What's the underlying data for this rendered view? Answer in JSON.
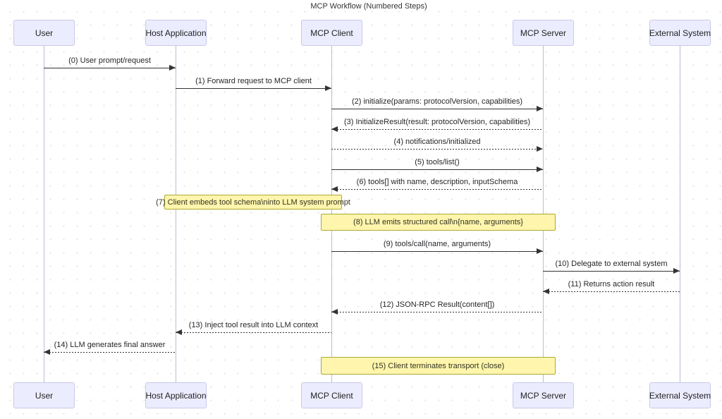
{
  "title": "MCP Workflow (Numbered Steps)",
  "actors": [
    {
      "name": "User"
    },
    {
      "name": "Host Application"
    },
    {
      "name": "MCP Client"
    },
    {
      "name": "MCP Server"
    },
    {
      "name": "External System"
    }
  ],
  "messages": [
    {
      "label": "(0) User prompt/request",
      "from": "User",
      "to": "Host Application",
      "line": "solid",
      "direction": "right"
    },
    {
      "label": "(1) Forward request to MCP client",
      "from": "Host Application",
      "to": "MCP Client",
      "line": "solid",
      "direction": "right"
    },
    {
      "label": "(2) initialize(params: protocolVersion, capabilities)",
      "from": "MCP Client",
      "to": "MCP Server",
      "line": "solid",
      "direction": "right"
    },
    {
      "label": "(3) InitializeResult(result: protocolVersion, capabilities)",
      "from": "MCP Server",
      "to": "MCP Client",
      "line": "dashed",
      "direction": "left"
    },
    {
      "label": "(4) notifications/initialized",
      "from": "MCP Client",
      "to": "MCP Server",
      "line": "dashed",
      "direction": "right"
    },
    {
      "label": "(5) tools/list()",
      "from": "MCP Client",
      "to": "MCP Server",
      "line": "solid",
      "direction": "right"
    },
    {
      "label": "(6) tools[] with name, description, inputSchema",
      "from": "MCP Server",
      "to": "MCP Client",
      "line": "dashed",
      "direction": "left"
    },
    {
      "label": "(9) tools/call(name, arguments)",
      "from": "MCP Client",
      "to": "MCP Server",
      "line": "solid",
      "direction": "right"
    },
    {
      "label": "(10) Delegate to external system",
      "from": "MCP Server",
      "to": "External System",
      "line": "solid",
      "direction": "right"
    },
    {
      "label": "(11) Returns action result",
      "from": "External System",
      "to": "MCP Server",
      "line": "dashed",
      "direction": "left"
    },
    {
      "label": "(12) JSON-RPC Result(content[])",
      "from": "MCP Server",
      "to": "MCP Client",
      "line": "dashed",
      "direction": "left"
    },
    {
      "label": "(13) Inject tool result into LLM context",
      "from": "MCP Client",
      "to": "Host Application",
      "line": "dashed",
      "direction": "left"
    },
    {
      "label": "(14) LLM generates final answer",
      "from": "Host Application",
      "to": "User",
      "line": "dashed",
      "direction": "left"
    }
  ],
  "notes": [
    {
      "label": "(7) Client embeds tool schema\\ninto LLM system prompt",
      "over": "Host Application, MCP Client"
    },
    {
      "label": "(8) LLM emits structured call\\n{name, arguments}",
      "over": "MCP Client, MCP Server"
    },
    {
      "label": "(15) Client terminates transport (close)",
      "over": "MCP Client, MCP Server"
    }
  ],
  "colors": {
    "actor_fill": "#ECECFF",
    "actor_border": "#c9c9e8",
    "note_fill": "#FFF5AD",
    "note_border": "#AAAA33",
    "arrow": "#333333",
    "lifeline": "#bcbcd2",
    "background_dots": "#e6e6e6"
  }
}
